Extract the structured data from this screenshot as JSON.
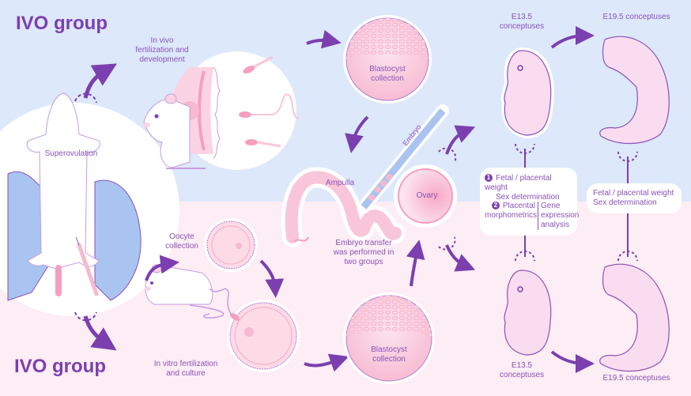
{
  "groups": {
    "top_title": "IVO group",
    "bottom_title": "IVO group"
  },
  "steps": {
    "superovulation": "Superovulation",
    "in_vivo": "In vivo fertilization and development",
    "in_vivo_lines": [
      "In vivo",
      "fertilization and",
      "development"
    ],
    "blastocyst_top_lines": [
      "Blastocyst",
      "collection"
    ],
    "oocyte_lines": [
      "Oocyte",
      "collection"
    ],
    "in_vitro_lines": [
      "In vitro fertilization",
      "and culture"
    ],
    "blastocyst_bottom_lines": [
      "Blastocyst",
      "collection"
    ],
    "embryo_pipette": "Embryo",
    "ampulla": "Ampulla",
    "ovary": "Ovary",
    "transfer_lines": [
      "Embryo transfer",
      "was performed in",
      "two groups"
    ]
  },
  "outcomes": {
    "e13_top_lines": [
      "E13.5",
      "conceptuses"
    ],
    "e19_top": "E19.5 conceptuses",
    "e13_bottom_lines": [
      "E13.5",
      "conceptuses"
    ],
    "e19_bottom": "E19.5 conceptuses"
  },
  "analysis_e13": {
    "item1_number": "1",
    "item1_lines": [
      "Fetal / placental weight",
      "Sex determination"
    ],
    "item2_number": "2",
    "item2_left_lines": [
      "Placental",
      "morphometrics"
    ],
    "item2_right_lines": [
      "Gene",
      "expression",
      "analysis"
    ]
  },
  "analysis_e19": {
    "lines": [
      "Fetal / placental weight",
      "Sex determination"
    ]
  },
  "colors": {
    "accent_purple": "#7b3fb0",
    "text_purple": "#8a52b8",
    "top_background": "#dde8fb",
    "bottom_background": "#fdedf4",
    "embryo_pink": "#f9dcef",
    "cell_pink": "#f7b9cf",
    "drape_blue": "#a9c4f0"
  }
}
